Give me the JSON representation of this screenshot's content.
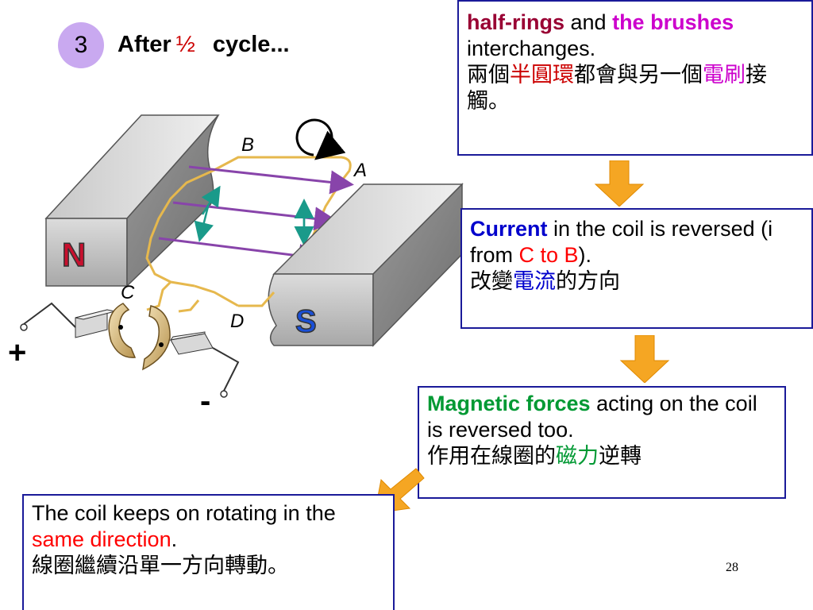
{
  "header": {
    "step_number": "3",
    "title_after": "After",
    "title_half": "½",
    "title_cycle": "cycle..."
  },
  "diagram": {
    "label_b": "B",
    "label_a": "A",
    "label_c": "C",
    "label_d": "D",
    "magnet_n": "N",
    "magnet_s": "S",
    "plus_sign": "+",
    "minus_sign": "-"
  },
  "box1": {
    "t1": "half-rings",
    "t2": " and ",
    "t3": "the brushes",
    "t4": " interchanges.",
    "cn1": "兩個",
    "cn2": "半圓環",
    "cn3": "都會與另一個",
    "cn4": "電刷",
    "cn5": "接觸。"
  },
  "box2": {
    "t1": "Current",
    "t2": " in the coil is reversed (i from ",
    "t3": "C to B",
    "t4": ").",
    "cn1": "改變",
    "cn2": "電流",
    "cn3": "的方向"
  },
  "box3": {
    "t1": "Magnetic forces",
    "t2": " acting on the coil is reversed too.",
    "cn1": "作用在線圈的",
    "cn2": "磁力",
    "cn3": "逆轉"
  },
  "box4": {
    "t1": "The coil keeps on rotating in the ",
    "t2": "same direction",
    "t3": ".",
    "cn1": "線圈繼續沿單一方向轉動。"
  },
  "footer": {
    "page_number": "28"
  },
  "colors": {
    "box_border": "#1a1a99",
    "arrow_orange": "#f5a623",
    "field_purple": "#8844aa",
    "force_teal": "#1a9a8a",
    "coil_gold": "#e6b84d"
  }
}
